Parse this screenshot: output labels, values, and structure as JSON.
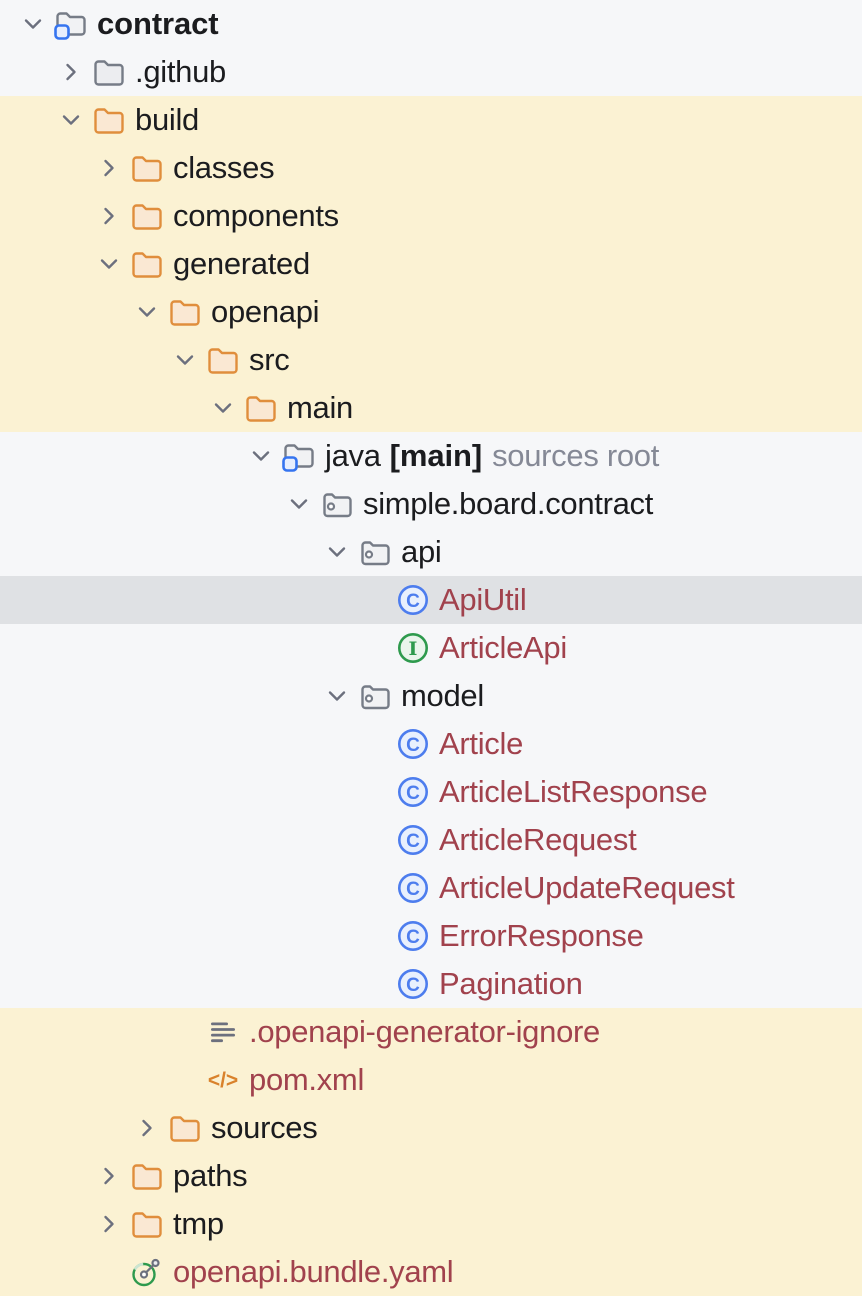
{
  "app": {
    "title": "Project tree"
  },
  "colors": {
    "bg_default": "#F6F7F9",
    "bg_excluded_scope": "#FBF2D3",
    "bg_selected_row": "#DFE1E4",
    "text_default": "#1B1C1F",
    "text_annotation": "#858996",
    "text_unversioned_file": "#A1424D",
    "folder_orange_stroke": "#E08E3C",
    "folder_orange_fill": "#FAE8D3",
    "folder_gray_stroke": "#767C87",
    "folder_gray_fill": "#ECEDF0",
    "accent_blue": "#3574F0",
    "class_icon_blue": "#4D7DEE",
    "interface_icon_green": "#2E9A4D",
    "chevron_gray": "#6C707E",
    "xml_icon_orange": "#D9822B"
  },
  "tree": {
    "items": [
      {
        "label": "contract",
        "level": 0,
        "chevron": "down",
        "icon": "project-folder-icon",
        "style": "bold",
        "bg": "default"
      },
      {
        "label": ".github",
        "level": 1,
        "chevron": "right",
        "icon": "folder-gray-icon",
        "style": "default",
        "bg": "default"
      },
      {
        "label": "build",
        "level": 1,
        "chevron": "down",
        "icon": "folder-icon",
        "style": "default",
        "bg": "cream"
      },
      {
        "label": "classes",
        "level": 2,
        "chevron": "right",
        "icon": "folder-icon",
        "style": "default",
        "bg": "cream"
      },
      {
        "label": "components",
        "level": 2,
        "chevron": "right",
        "icon": "folder-icon",
        "style": "default",
        "bg": "cream"
      },
      {
        "label": "generated",
        "level": 2,
        "chevron": "down",
        "icon": "folder-icon",
        "style": "default",
        "bg": "cream"
      },
      {
        "label": "openapi",
        "level": 3,
        "chevron": "down",
        "icon": "folder-icon",
        "style": "default",
        "bg": "cream"
      },
      {
        "label": "src",
        "level": 4,
        "chevron": "down",
        "icon": "folder-icon",
        "style": "default",
        "bg": "cream"
      },
      {
        "label": "main",
        "level": 5,
        "chevron": "down",
        "icon": "folder-icon",
        "style": "default",
        "bg": "cream"
      },
      {
        "label": "java",
        "suffix": "[main]",
        "annotation": "sources root",
        "level": 6,
        "chevron": "down",
        "icon": "module-folder-icon",
        "style": "default",
        "bg": "default"
      },
      {
        "label": "simple.board.contract",
        "level": 7,
        "chevron": "down",
        "icon": "package-icon",
        "style": "default",
        "bg": "default"
      },
      {
        "label": "api",
        "level": 8,
        "chevron": "down",
        "icon": "package-icon",
        "style": "default",
        "bg": "default"
      },
      {
        "label": "ApiUtil",
        "level": 9,
        "chevron": "none",
        "icon": "class-icon",
        "style": "unversioned",
        "bg": "selected"
      },
      {
        "label": "ArticleApi",
        "level": 9,
        "chevron": "none",
        "icon": "interface-icon",
        "style": "unversioned",
        "bg": "default"
      },
      {
        "label": "model",
        "level": 8,
        "chevron": "down",
        "icon": "package-icon",
        "style": "default",
        "bg": "default"
      },
      {
        "label": "Article",
        "level": 9,
        "chevron": "none",
        "icon": "class-icon",
        "style": "unversioned",
        "bg": "default"
      },
      {
        "label": "ArticleListResponse",
        "level": 9,
        "chevron": "none",
        "icon": "class-icon",
        "style": "unversioned",
        "bg": "default"
      },
      {
        "label": "ArticleRequest",
        "level": 9,
        "chevron": "none",
        "icon": "class-icon",
        "style": "unversioned",
        "bg": "default"
      },
      {
        "label": "ArticleUpdateRequest",
        "level": 9,
        "chevron": "none",
        "icon": "class-icon",
        "style": "unversioned",
        "bg": "default"
      },
      {
        "label": "ErrorResponse",
        "level": 9,
        "chevron": "none",
        "icon": "class-icon",
        "style": "unversioned",
        "bg": "default"
      },
      {
        "label": "Pagination",
        "level": 9,
        "chevron": "none",
        "icon": "class-icon",
        "style": "unversioned",
        "bg": "default"
      },
      {
        "label": ".openapi-generator-ignore",
        "level": 4,
        "chevron": "none",
        "icon": "text-file-icon",
        "style": "unversioned",
        "bg": "cream"
      },
      {
        "label": "pom.xml",
        "level": 4,
        "chevron": "none",
        "icon": "xml-file-icon",
        "style": "unversioned",
        "bg": "cream"
      },
      {
        "label": "sources",
        "level": 3,
        "chevron": "right",
        "icon": "folder-icon",
        "style": "default",
        "bg": "cream"
      },
      {
        "label": "paths",
        "level": 2,
        "chevron": "right",
        "icon": "folder-icon",
        "style": "default",
        "bg": "cream"
      },
      {
        "label": "tmp",
        "level": 2,
        "chevron": "right",
        "icon": "folder-icon",
        "style": "default",
        "bg": "cream"
      },
      {
        "label": "openapi.bundle.yaml",
        "level": 2,
        "chevron": "none",
        "icon": "openapi-file-icon",
        "style": "unversioned",
        "bg": "cream"
      }
    ]
  }
}
